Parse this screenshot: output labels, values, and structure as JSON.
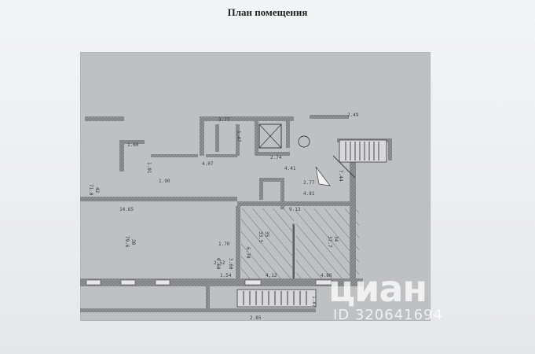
{
  "header": {
    "title": "План помещения"
  },
  "watermark": {
    "logo": "циан",
    "id": "ID 320641694"
  },
  "plan": {
    "rooms": [
      {
        "number": "42",
        "area": "71.0"
      },
      {
        "number": "30",
        "area": "79.6"
      },
      {
        "number": "35",
        "area": "33.5"
      },
      {
        "number": "34",
        "area": "37.7"
      }
    ],
    "dimensions": [
      "3.77",
      "2.77",
      "4.07",
      "1.90",
      "1.01",
      "4.41",
      "2.74",
      "7.44",
      "14.65",
      "4.81",
      "9.13",
      "1.70",
      "6.70",
      "4.12",
      "4.86",
      "1.87",
      "2.85",
      "3.60",
      "0.60",
      "1.60",
      "1.54",
      "1.47",
      "2.49",
      "2.52"
    ]
  }
}
